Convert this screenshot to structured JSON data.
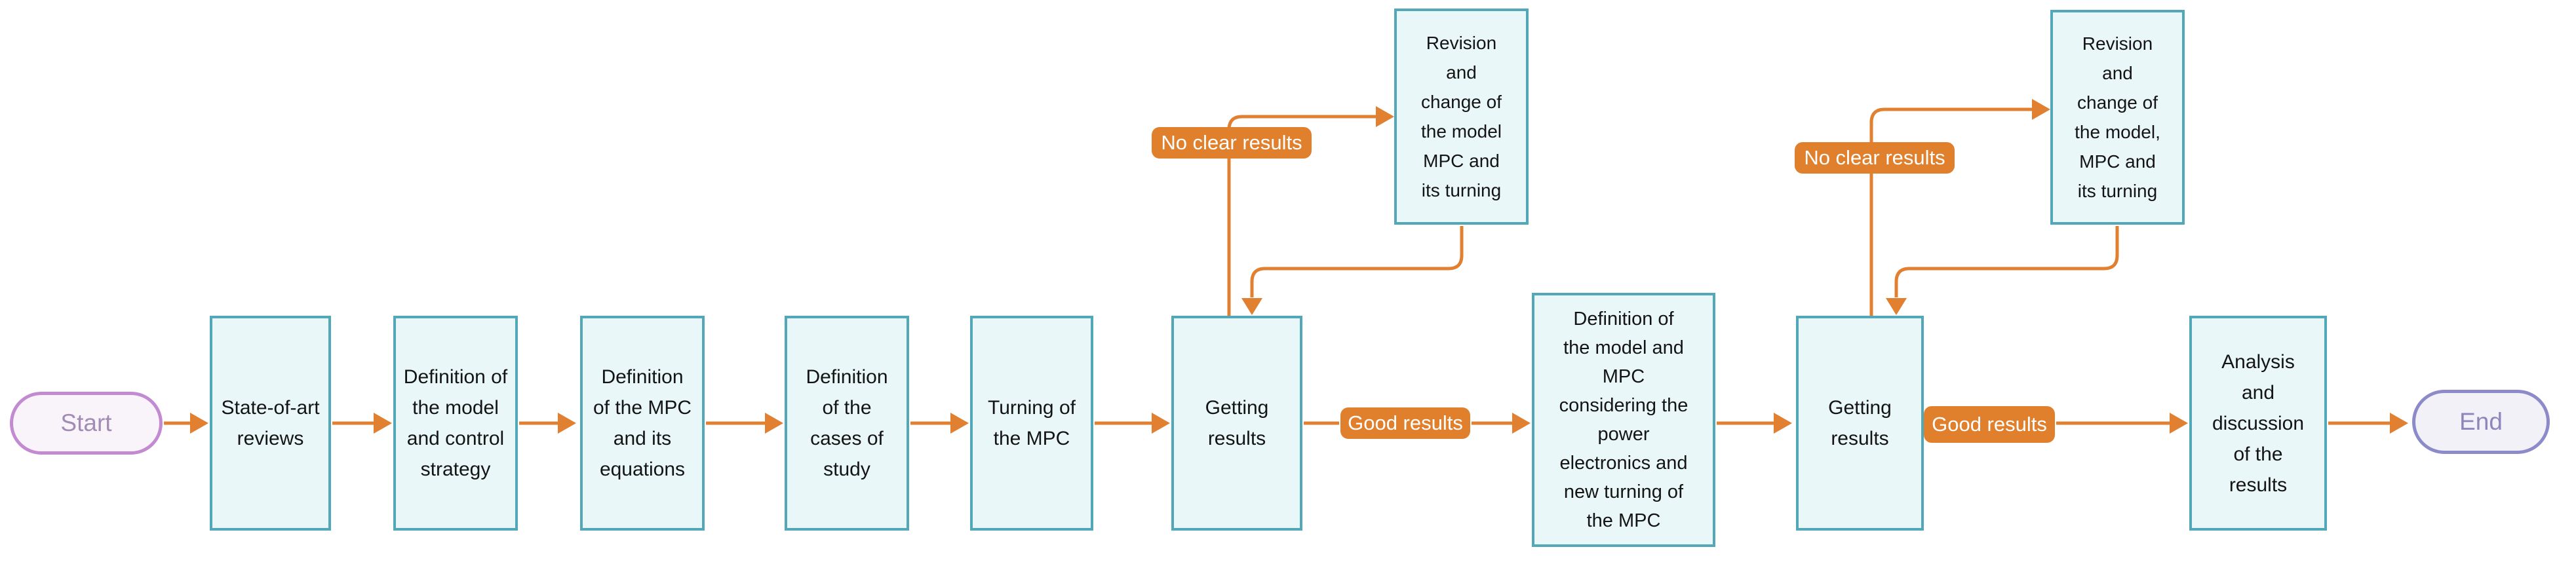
{
  "diagram": {
    "start_label": "Start",
    "end_label": "End",
    "boxes": {
      "state_of_art": "State-of-art\nreviews",
      "def_model_control": "Definition of\nthe model\nand control\nstrategy",
      "def_mpc_equations": "Definition\nof the MPC\nand its\nequations",
      "def_cases_study": "Definition\nof the\ncases of\nstudy",
      "turning_mpc": "Turning of\nthe MPC",
      "getting_results_1": "Getting\nresults",
      "def_model_power": "Definition of\nthe model and\nMPC\nconsidering the\npower\nelectronics and\nnew turning of\nthe MPC",
      "getting_results_2": "Getting\nresults",
      "analysis": "Analysis\nand\ndiscussion\nof the\nresults",
      "revision_1": "Revision\nand\nchange of\nthe model\nMPC and\nits turning",
      "revision_2": "Revision\nand\nchange of\nthe model,\nMPC and\nits turning"
    },
    "labels": {
      "good_results_1": "Good results",
      "good_results_2": "Good results",
      "no_clear_results_1": "No clear results",
      "no_clear_results_2": "No clear results"
    },
    "colors": {
      "box_fill": "#eaf7f9",
      "box_border": "#52a8b8",
      "arrow": "#e08030",
      "label_bg": "#e07f2c",
      "label_text": "#ffffff",
      "start_border": "#c28bd1",
      "end_border": "#8d8aca"
    }
  }
}
